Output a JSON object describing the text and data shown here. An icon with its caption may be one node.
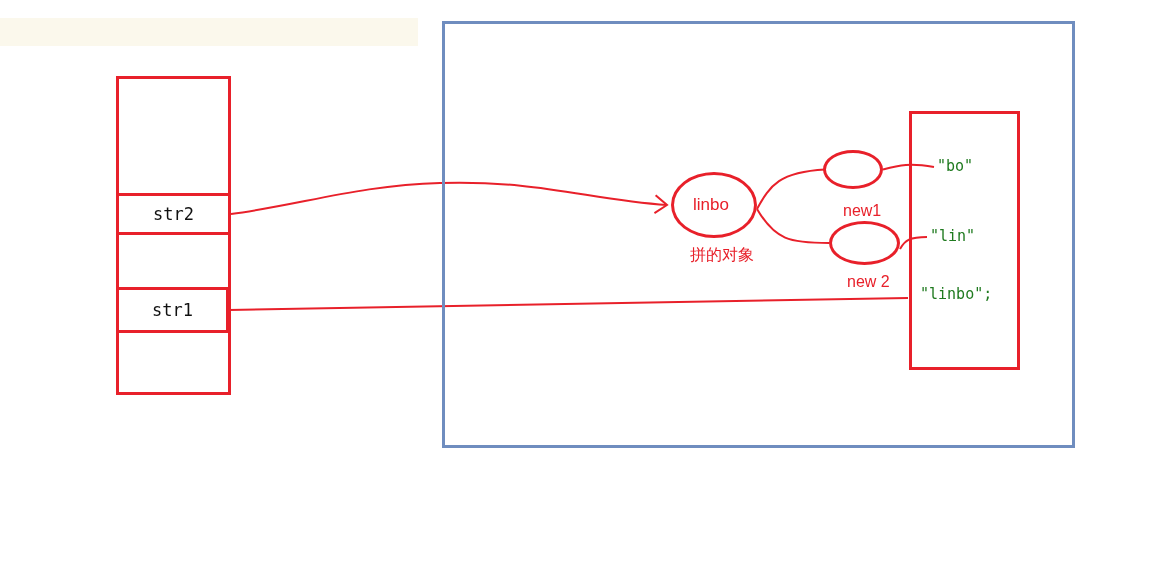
{
  "diagram": {
    "nodes": [
      {
        "text": [],
        "shape": "box"
      },
      {
        "text": [
          "str2"
        ],
        "in": 0
      },
      {
        "text": [
          "str1"
        ],
        "in": 0
      },
      {
        "text": [],
        "shape": "box"
      },
      {
        "text": [
          "linbo"
        ],
        "in": 3,
        "beside": [
          "拼的对象"
        ]
      },
      {
        "text": [],
        "shape": "circle",
        "in": 3
      },
      {
        "text": [],
        "shape": "circle",
        "in": 3,
        "beside": [
          "new1"
        ]
      },
      {
        "text": [],
        "shape": "box",
        "in": 3
      },
      {
        "text": [
          "\"bo\""
        ],
        "in": 7
      },
      {
        "text": [
          "\"lin\""
        ],
        "in": 7
      },
      {
        "text": [
          "\"linbo\";"
        ],
        "in": 7
      }
    ],
    "edges": [
      {
        "from": 1,
        "to": 4,
        "arrow": "to"
      },
      {
        "from": 4,
        "to": 5,
        "arrow": "none"
      },
      {
        "from": 4,
        "to": 6,
        "arrow": "none"
      },
      {
        "from": 5,
        "to": 8,
        "arrow": "none"
      },
      {
        "from": 6,
        "to": 9,
        "arrow": "none"
      },
      {
        "from": 2,
        "to": 10,
        "arrow": "none",
        "label": "new 2"
      }
    ]
  }
}
